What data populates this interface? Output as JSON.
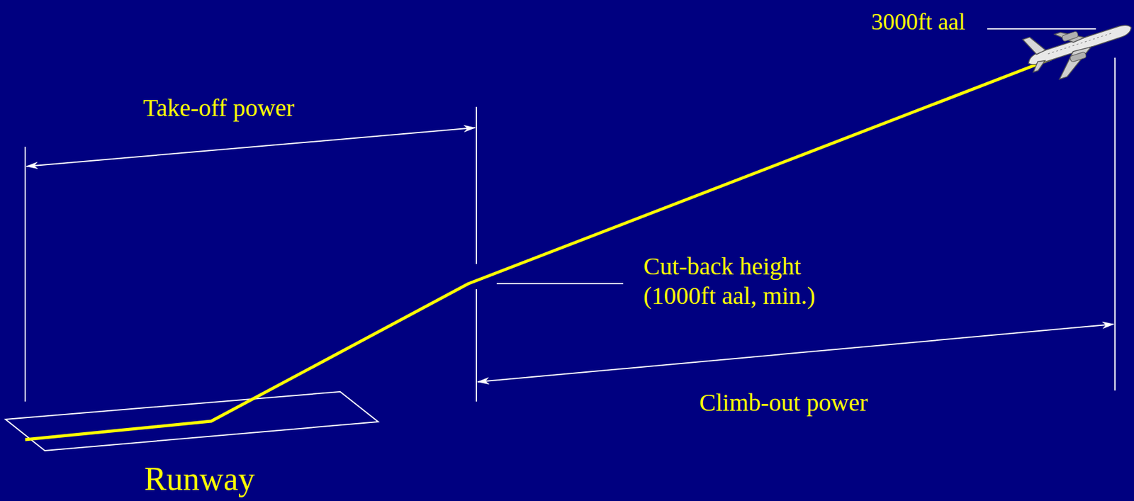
{
  "diagram": {
    "labels": [
      "3000ft aal",
      "Take-off power",
      "Cut-back height (1000ft aal, min.)",
      "Climb-out power",
      "Runway"
    ]
  }
}
